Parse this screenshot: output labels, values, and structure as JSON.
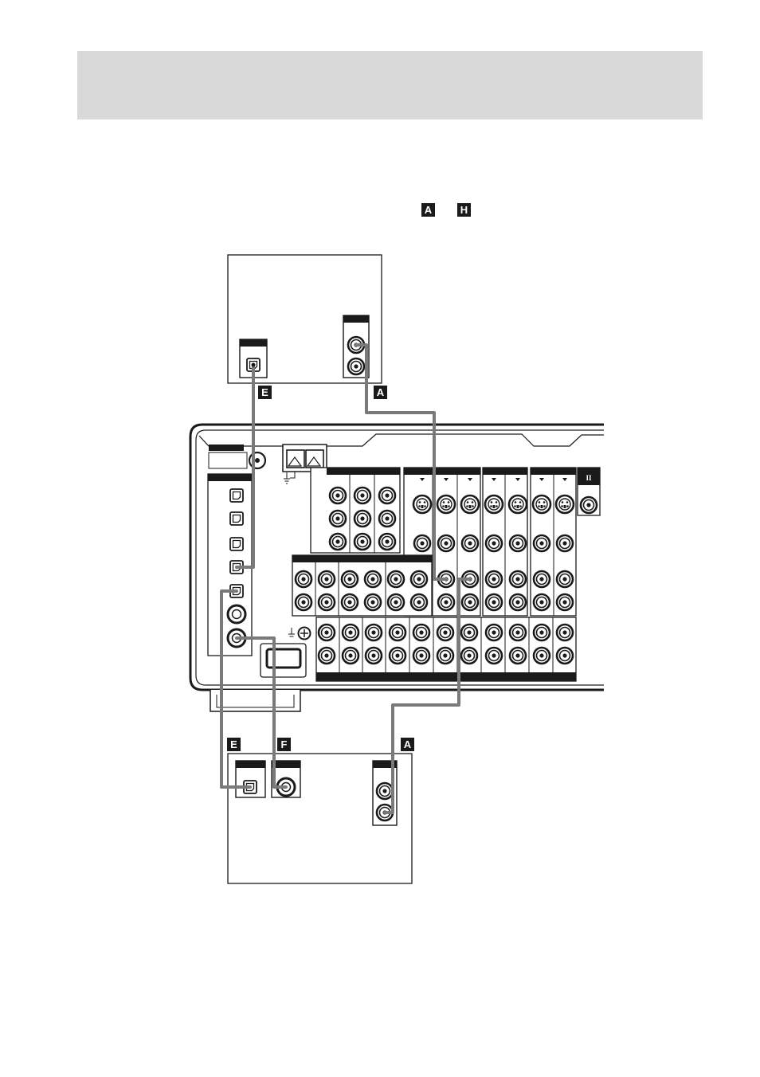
{
  "header": {
    "band_color": "#d9d9d9"
  },
  "intro_labels": {
    "first": "A",
    "last": "H"
  },
  "cable_labels": {
    "top_e": "E",
    "top_a": "A",
    "bottom_e": "E",
    "bottom_f": "F",
    "bottom_a": "A"
  },
  "receiver": {
    "badge_text": "II"
  },
  "colors": {
    "cable": "#7a7a7a",
    "ink": "#1a1a1a",
    "panel_fill": "#ffffff",
    "band": "#d9d9d9"
  },
  "icons": [
    "ground-icon",
    "optical-jack-icon",
    "coaxial-jack-icon",
    "s-video-jack-icon",
    "rca-jack-icon"
  ]
}
